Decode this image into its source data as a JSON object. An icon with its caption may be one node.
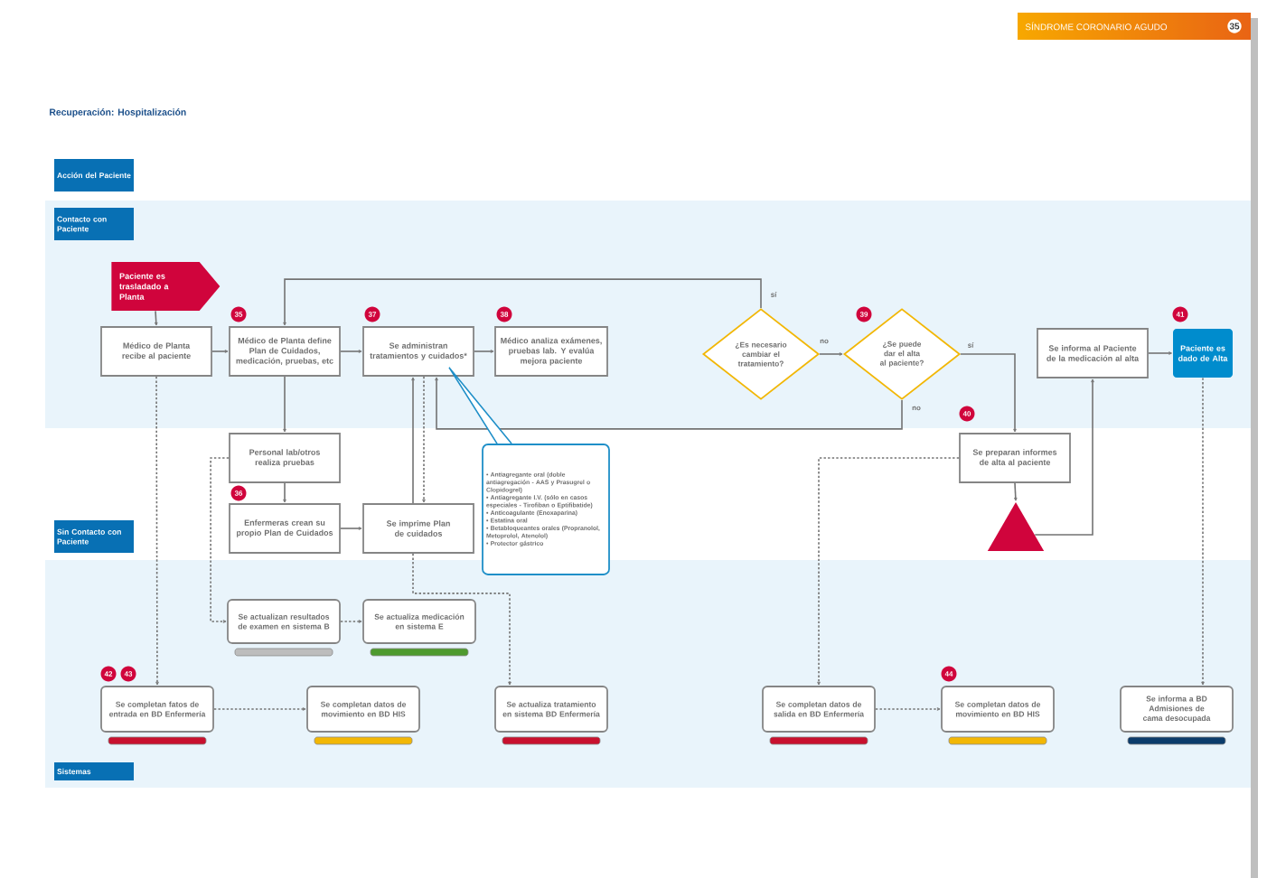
{
  "diagram": {
    "title": "Recuperación: Hospitalización",
    "nodes": [
      {
        "text": [
          "Acción del Paciente"
        ]
      },
      {
        "text": [
          "Contacto con Paciente"
        ]
      },
      {
        "text": [
          "Sin Contacto con Paciente"
        ]
      },
      {
        "text": [
          "Sistemas"
        ]
      },
      {
        "text": [
          "Paciente es trasladado a Planta"
        ]
      },
      {
        "text": [
          "Médico de Planta recibe al paciente"
        ]
      },
      {
        "text": [
          "Médico de Planta define Plan de Cuidados, medicación, pruebas, etc"
        ],
        "beside": [
          "35"
        ]
      },
      {
        "text": [
          "Se administran tratamientos y cuidados*"
        ],
        "beside": [
          "37"
        ]
      },
      {
        "text": [
          "Médico analiza exámenes, pruebas lab. Y evalúa mejora paciente"
        ],
        "beside": [
          "38"
        ]
      },
      {
        "text": [
          "¿Es necesario cambiar el tratamiento?"
        ]
      },
      {
        "text": [
          "¿Se puede dar el alta al paciente?"
        ],
        "beside": [
          "39"
        ]
      },
      {
        "text": [
          "Se informa al Paciente de la medicación al alta"
        ]
      },
      {
        "text": [
          "Paciente es dado de Alta"
        ],
        "beside": [
          "41"
        ]
      },
      {
        "text": [
          "Personal lab/otros realiza pruebas"
        ]
      },
      {
        "text": [
          "Enfermeras crean su propio Plan de Cuidados"
        ],
        "beside": [
          "36"
        ]
      },
      {
        "text": [
          "Se imprime Plan de cuidados"
        ]
      },
      {
        "text": [
          "• Antiagregante oral (doble antiagregación - AAS y Prasugrel o Clopidogrel)",
          "• Antiagregante I.V. (sólo en casos especiales - Tirofiban o Eptifibatide)",
          "• Anticoagulante (Enoxaparina)",
          "• Estatina oral",
          "• Betabloqueantes orales (Propranolol, Metoprolol, Atenolol)",
          "• Protector gástrico"
        ]
      },
      {
        "text": [
          "Se preparan informes de alta al paciente"
        ],
        "beside": [
          "40"
        ]
      },
      {
        "text": [],
        "shape": "triangle"
      },
      {
        "text": [
          "Se actualizan resultados de examen en sistema B"
        ]
      },
      {
        "text": [
          "Se actualiza medicación en sistema E"
        ]
      },
      {
        "text": [
          "Se completan fatos de entrada en BD Enfermería"
        ],
        "beside": [
          "42",
          "43"
        ]
      },
      {
        "text": [
          "Se completan datos de movimiento en BD HIS"
        ]
      },
      {
        "text": [
          "Se actualiza tratamiento en sistema BD Enfermería"
        ]
      },
      {
        "text": [
          "Se completan datos de salida en BD Enfermería"
        ]
      },
      {
        "text": [
          "Se completan datos de movimiento en BD HIS"
        ],
        "beside": [
          "44"
        ]
      },
      {
        "text": [
          "Se informa a BD Admisiones de cama desocupada"
        ]
      }
    ],
    "edges": [
      {
        "from": 4,
        "to": 5,
        "arrow": "to"
      },
      {
        "from": 5,
        "to": 6,
        "arrow": "to"
      },
      {
        "from": 6,
        "to": 7,
        "arrow": "to"
      },
      {
        "from": 7,
        "to": 8,
        "arrow": "to"
      },
      {
        "from": 9,
        "to": 6,
        "arrow": "to",
        "label": "sí"
      },
      {
        "from": 9,
        "to": 10,
        "arrow": "to",
        "label": "no"
      },
      {
        "from": 10,
        "to": 7,
        "arrow": "to",
        "label": "no"
      },
      {
        "from": 10,
        "to": 17,
        "arrow": "to",
        "label": "sí"
      },
      {
        "from": 17,
        "to": 18,
        "arrow": "to"
      },
      {
        "from": 18,
        "to": 11,
        "arrow": "to"
      },
      {
        "from": 11,
        "to": 12,
        "arrow": "to"
      },
      {
        "from": 6,
        "to": 13,
        "arrow": "to"
      },
      {
        "from": 13,
        "to": 14,
        "arrow": "to"
      },
      {
        "from": 14,
        "to": 15,
        "arrow": "to"
      },
      {
        "from": 15,
        "to": 7,
        "arrow": "to"
      },
      {
        "from": 7,
        "to": 15,
        "arrow": "to",
        "style": "dashed"
      },
      {
        "from": 15,
        "to": 23,
        "arrow": "to",
        "style": "dashed"
      },
      {
        "from": 13,
        "to": 19,
        "arrow": "to",
        "style": "dashed"
      },
      {
        "from": 19,
        "to": 20,
        "arrow": "to",
        "style": "dashed"
      },
      {
        "from": 5,
        "to": 21,
        "arrow": "to",
        "style": "dashed"
      },
      {
        "from": 21,
        "to": 22,
        "arrow": "to",
        "style": "dashed"
      },
      {
        "from": 17,
        "to": 24,
        "arrow": "to",
        "style": "dashed"
      },
      {
        "from": 24,
        "to": 25,
        "arrow": "to",
        "style": "dashed"
      },
      {
        "from": 12,
        "to": 26,
        "arrow": "to",
        "style": "dashed"
      },
      {
        "from": 16,
        "to": 7,
        "arrow": "none",
        "color": "#1f8fc8"
      }
    ],
    "labels": [
      "SÍNDROME CORONARIO AGUDO",
      "35"
    ]
  }
}
